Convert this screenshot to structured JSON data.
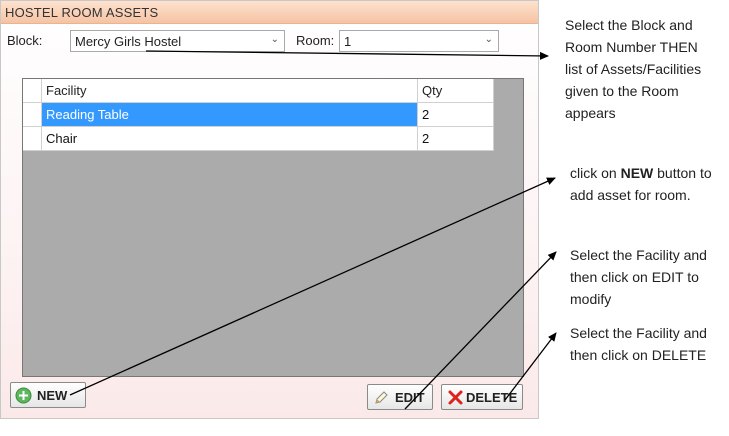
{
  "window": {
    "title": "HOSTEL ROOM ASSETS"
  },
  "filters": {
    "block_label": "Block:",
    "block_value": "Mercy Girls Hostel",
    "room_label": "Room:",
    "room_value": "1"
  },
  "grid": {
    "columns": [
      "Facility",
      "Qty"
    ],
    "rows": [
      {
        "facility": "Reading Table",
        "qty": "2"
      },
      {
        "facility": "Chair",
        "qty": "2"
      }
    ]
  },
  "buttons": {
    "new": "NEW",
    "edit": "EDIT",
    "delete": "DELETE"
  },
  "notes": {
    "n1": "Select the Block and Room Number THEN list of Assets/Facilities given to the Room appears",
    "n2_pre": "click on ",
    "n2_bold": "NEW",
    "n2_post": " button to add asset for room.",
    "n3": "Select the Facility and then click on EDIT to modify",
    "n4": "Select the Facility and then click on DELETE"
  },
  "colors": {
    "selection": "#3399ff",
    "title_bar": "#f6c3a3",
    "grid_bg": "#ababab"
  },
  "icons": {
    "new": "plus-circle-icon",
    "edit": "pencil-icon",
    "delete": "x-icon"
  }
}
